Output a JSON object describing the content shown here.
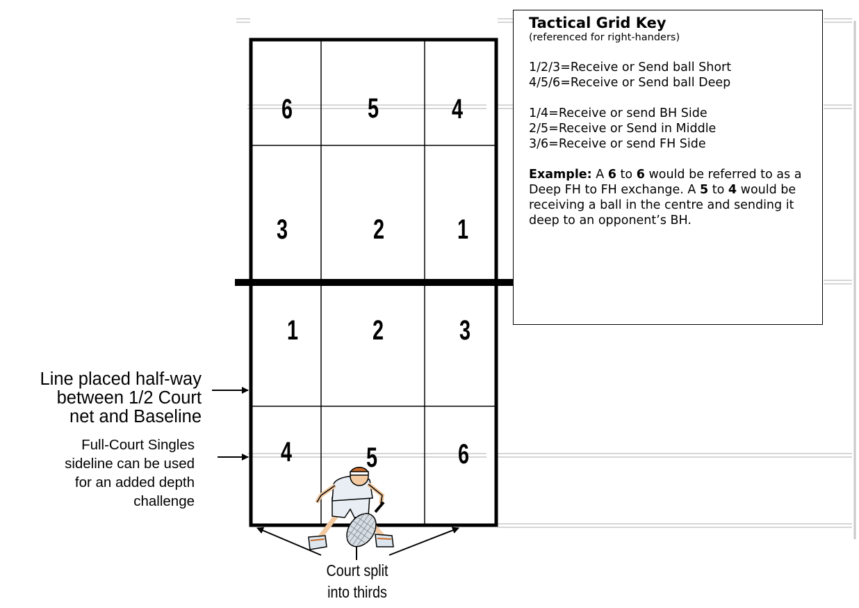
{
  "key": {
    "title": "Tactical Grid Key",
    "subtitle": "(referenced for right-handers)",
    "depth_lines": [
      "1/2/3=Receive or Send ball Short",
      "4/5/6=Receive or Send ball Deep"
    ],
    "side_lines": [
      "1/4=Receive or send BH Side",
      "2/5=Receive or Send in Middle",
      "3/6=Receive or send FH Side"
    ],
    "example": {
      "label": "Example:",
      "t1": " A ",
      "n1": "6",
      "t2": " to ",
      "n2": "6",
      "t3": " would be referred to as a Deep FH to FH exchange.  A ",
      "n3": "5",
      "t4": " ",
      "n4": "to",
      "t5": "",
      "n5": "4",
      "t6": " would be receiving a ball in the centre and sending it deep to an opponent’s BH."
    }
  },
  "grid": {
    "far_top_row": [
      "6",
      "5",
      "4"
    ],
    "far_net_row": [
      "3",
      "2",
      "1"
    ],
    "near_net_row": [
      "1",
      "2",
      "3"
    ],
    "near_back_row": [
      "4",
      "5",
      "6"
    ]
  },
  "labels": {
    "halfway_line": [
      "Line placed half-way",
      "between 1/2 Court",
      "net and Baseline"
    ],
    "sideline": [
      "Full-Court Singles",
      "sideline can be used",
      "for an added depth",
      "challenge"
    ],
    "thirds": [
      "Court split",
      "into thirds"
    ]
  },
  "colors": {
    "lines": "#000000",
    "background_lines": "#c8c8c8",
    "shirt": "#e8eef4",
    "hair": "#c86a28",
    "skin": "#f2c9a0"
  },
  "icons": {
    "player": "tennis-player-icon"
  }
}
